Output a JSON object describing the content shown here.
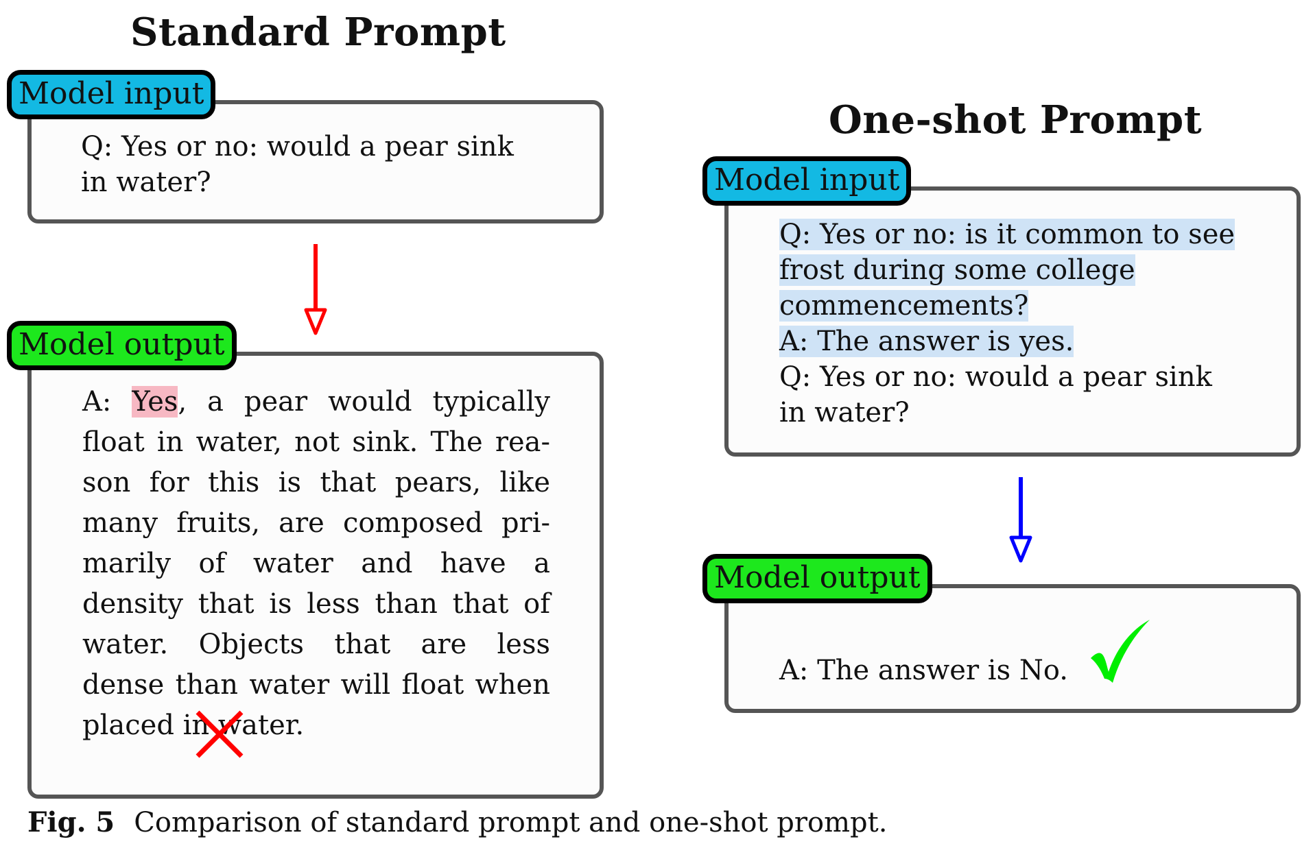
{
  "left": {
    "title": "Standard Prompt",
    "input_tag": "Model input",
    "input_text": "Q: Yes or no: would a pear sink in water?",
    "output_tag": "Model output",
    "output_prefix": "A: ",
    "output_highlight": "Yes",
    "output_rest": ", a pear would typically float in water, not sink. The rea­son for this is that pears, like many fruits, are composed pri­marily of water and have a density that is less than that of water. Objects that are less dense than water will float when placed in water.",
    "result_icon": "cross-icon"
  },
  "right": {
    "title": "One-shot Prompt",
    "input_tag": "Model input",
    "example_q_lines": [
      "Q: Yes or no: is it common to see",
      "frost during some college",
      "commencements?"
    ],
    "example_a": "A: The answer is yes.",
    "input_q_lines": [
      "Q: Yes or no: would a pear sink",
      "in water?"
    ],
    "output_tag": "Model output",
    "output_text": "A: The answer is No.",
    "result_icon": "check-icon"
  },
  "caption": {
    "label": "Fig. 5",
    "text": "Comparison of standard prompt and one-shot prompt."
  },
  "colors": {
    "input_tag": "#13b9e3",
    "output_tag": "#1de81d",
    "left_arrow": "#ff0000",
    "right_arrow": "#0000ff",
    "cross": "#ff0000",
    "check": "#00ee00",
    "example_highlight": "#cfe3f6",
    "answer_highlight": "#f7b8c3"
  }
}
